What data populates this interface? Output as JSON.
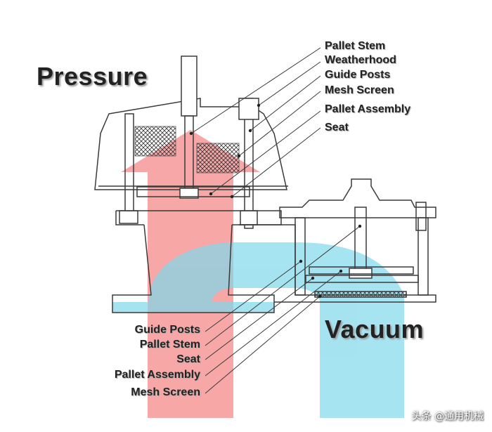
{
  "titles": {
    "pressure": "Pressure",
    "vacuum": "Vacuum"
  },
  "pressure_labels": [
    "Pallet Stem",
    "Weatherhood",
    "Guide Posts",
    "Mesh Screen",
    "Pallet Assembly",
    "Seat"
  ],
  "vacuum_labels": [
    "Guide Posts",
    "Pallet Stem",
    "Seat",
    "Pallet Assembly",
    "Mesh Screen"
  ],
  "watermark": "头条 @通用机械",
  "colors": {
    "pressure_flow": "#f58a8a",
    "vacuum_flow": "#7fd8ea",
    "mesh": "#b9b9b9",
    "outline": "#3a3a3a"
  }
}
